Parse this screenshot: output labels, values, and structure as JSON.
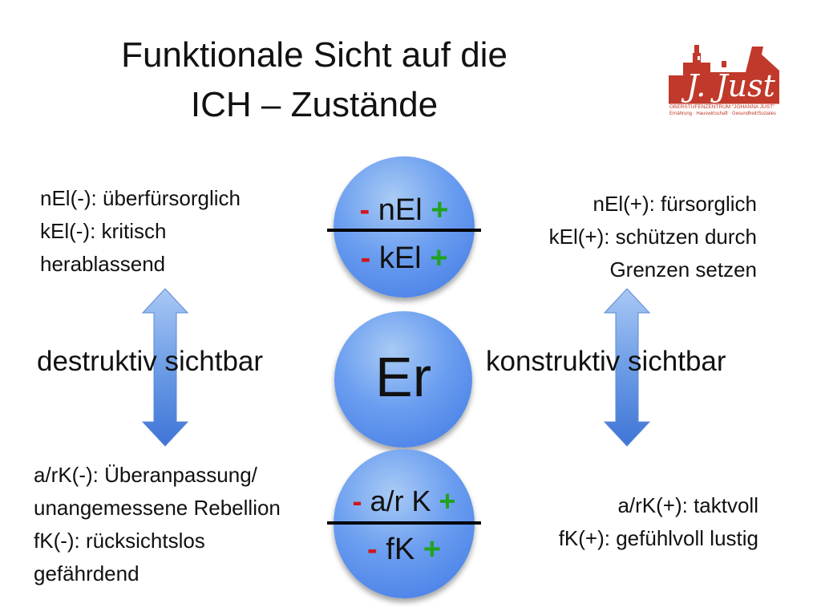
{
  "title": {
    "line1": "Funktionale Sicht auf die",
    "line2": "ICH – Zustände"
  },
  "logo": {
    "icon": "lighthouse-house-logo",
    "script_text": "J. Just",
    "org_name": "OBERSTUFENZENTRUM \"JOHANNA JUST\"",
    "subtitle": "Ernährung · Hauswirtschaft · Gesundheit/Soziales",
    "color": "#c0392b"
  },
  "top_left": {
    "line1": "nEl(-): überfürsorglich",
    "line2": "kEl(-): kritisch",
    "line3": "herablassend"
  },
  "top_right": {
    "line1": "nEl(+): fürsorglich",
    "line2": "kEl(+): schützen durch",
    "line3": "Grenzen setzen"
  },
  "bottom_left": {
    "line1": "a/rK(-): Überanpassung/",
    "line2": "unangemessene Rebellion",
    "line3": "fK(-): rücksichtslos",
    "line4": "gefährdend"
  },
  "bottom_right": {
    "line1": "a/rK(+): taktvoll",
    "line2": "fK(+): gefühlvoll lustig"
  },
  "left_label": "destruktiv sichtbar",
  "right_label": "konstruktiv sichtbar",
  "circles": {
    "el": {
      "minus": "-",
      "top_label": "nEl",
      "bottom_label": "kEl",
      "plus": "+"
    },
    "er": {
      "label": "Er"
    },
    "k": {
      "minus": "-",
      "top_label": "a/r K",
      "bottom_label": "fK",
      "plus": "+"
    }
  },
  "colors": {
    "minus": "#d0171b",
    "plus": "#22a21e",
    "circle": "#5b8ff0",
    "arrow": "#4f85db"
  }
}
